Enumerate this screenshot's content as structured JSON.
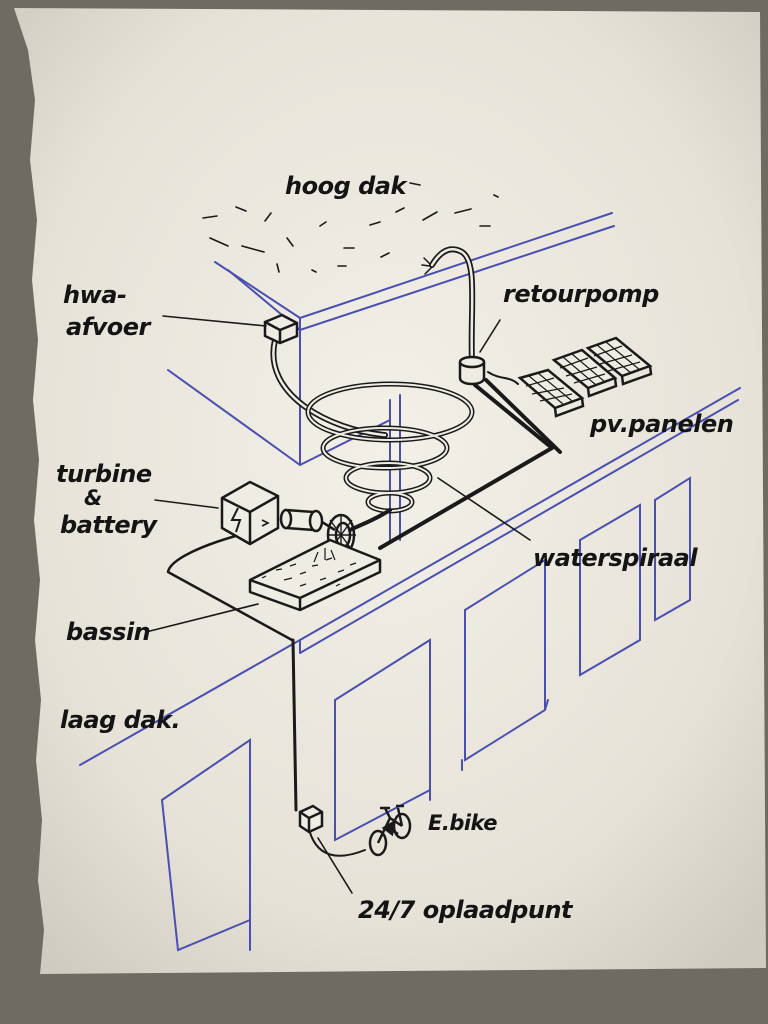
{
  "labels": {
    "hoog_dak": "hoog dak",
    "hwa_line1": "hwa-",
    "hwa_line2": "afvoer",
    "retourpomp": "retourpomp",
    "pv_panelen": "pv.panelen",
    "turbine_line1": "turbine",
    "turbine_line2": "&",
    "turbine_line3": "battery",
    "waterspiraal": "waterspiraal",
    "bassin": "bassin",
    "laag_dak": "laag dak.",
    "ebike": "E.bike",
    "oplaadpunt": "24/7 oplaadpunt"
  },
  "colors": {
    "paper": "#ece8de",
    "ink": "#1a1a1a",
    "blue_pen": "#4a4fb0"
  },
  "icons": {
    "battery_symbol": "lightning-bolt"
  }
}
